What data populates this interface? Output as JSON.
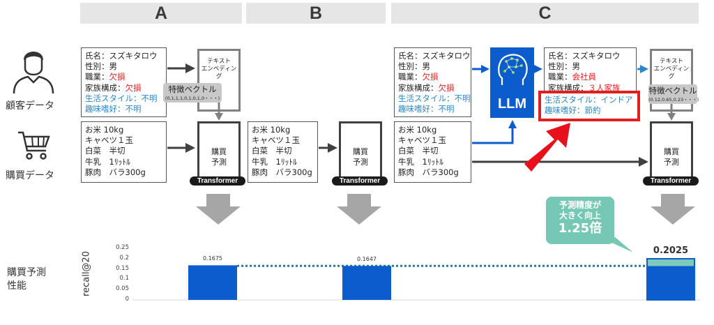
{
  "sections": [
    "A",
    "B",
    "C"
  ],
  "labels": {
    "customer": "顧客データ",
    "purchase": "購買データ",
    "performance": "購買予測\n性能"
  },
  "customer_fields": [
    {
      "k": "氏名：",
      "v": "スズキタロウ"
    },
    {
      "k": "性別：",
      "v": "男"
    },
    {
      "k": "職業：",
      "v": "欠損"
    },
    {
      "k": "家族構成：",
      "v": "欠損"
    },
    {
      "k": "生活スタイル：",
      "v": "不明"
    },
    {
      "k": "趣味嗜好：",
      "v": "不明"
    }
  ],
  "customer_fields_c": [
    {
      "k": "氏名：",
      "v": "スズキタロウ"
    },
    {
      "k": "性別：",
      "v": "男"
    },
    {
      "k": "職業：",
      "v": "会社員"
    },
    {
      "k": "家族構成：",
      "v": "３人家族"
    },
    {
      "k": "生活スタイル：",
      "v": "インドア"
    },
    {
      "k": "趣味嗜好：",
      "v": "節約"
    }
  ],
  "purchase_items": [
    "お米 10kg",
    "キャベツ１玉",
    "白菜　半切",
    "牛乳　1ﾘｯﾄﾙ",
    "豚肉　バラ300g"
  ],
  "embedding_label": "テキスト\nエンベディング",
  "feature_vector_label": "特徴ベクトル",
  "feature_vector_a": "(0,1,1,1,0,1,0,1,0・・・)",
  "feature_vector_c": "(0.12,0.65,0.23・・・)",
  "predict_label": "購買\n予測",
  "transformer_label": "Transformer",
  "llm_label": "LLM",
  "callout": {
    "line1": "予測精度が",
    "line2": "大きく向上",
    "line3": "1.25倍"
  },
  "colors": {
    "blue": "#0b5ccc",
    "red": "#e02020",
    "teal": "#7fcbb9",
    "light_blue": "#2a86c8"
  },
  "chart_data": {
    "type": "bar",
    "categories": [
      "A",
      "B",
      "C"
    ],
    "values": [
      0.1675,
      0.1647,
      0.2025
    ],
    "value_labels": [
      "0.1675",
      "0.1647",
      "0.2025"
    ],
    "ylabel": "recall@20",
    "yticks": [
      "0",
      "0.05",
      "0.1",
      "0.15",
      "0.2",
      "0.25"
    ],
    "ylim": [
      0,
      0.25
    ],
    "baseline": 0.1647
  }
}
